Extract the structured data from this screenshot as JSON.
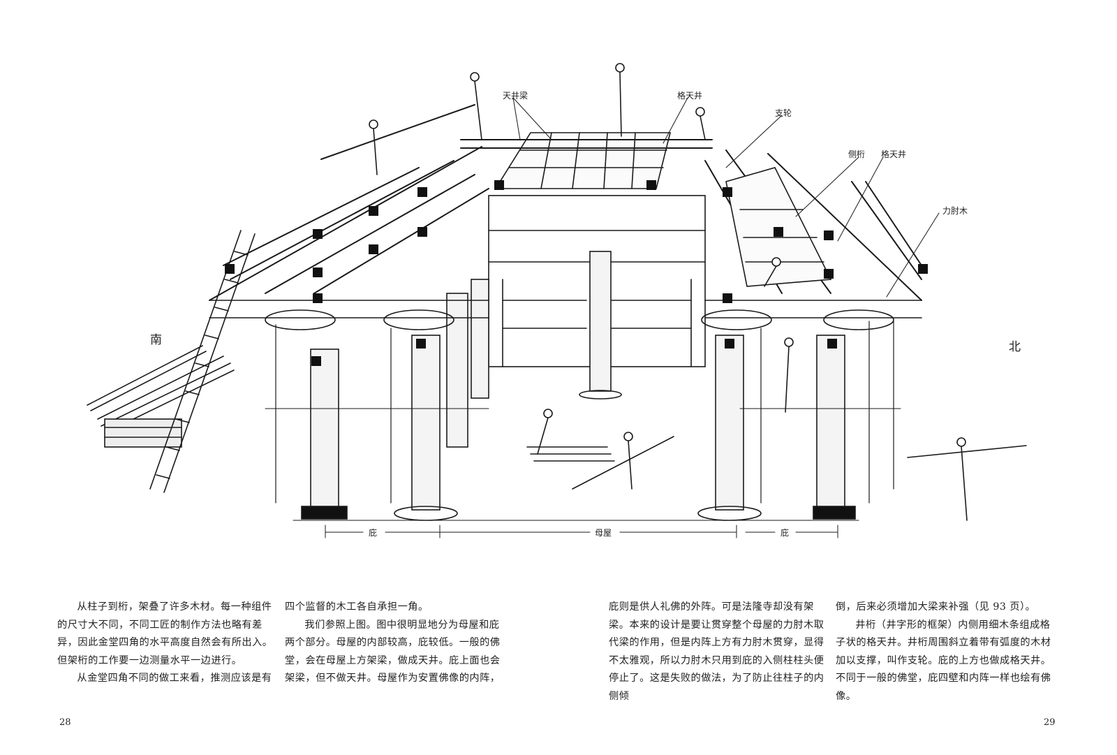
{
  "figure": {
    "labels": {
      "ceiling_beam": "天井梁",
      "coffered_ceiling": "格天井",
      "support_ring": "支轮",
      "side_purlin": "侧桁",
      "coffered_ceiling_2": "格天井",
      "lever_beam": "力肘木",
      "south": "南",
      "north": "北",
      "aisle_left": "庇",
      "core": "母屋",
      "aisle_right": "庇"
    }
  },
  "text": {
    "col1": {
      "p1": "从柱子到桁，架叠了许多木材。每一种组件的尺寸大不同，不同工匠的制作方法也略有差异，因此金堂四角的水平高度自然会有所出入。但架桁的工作要一边测量水平一边进行。",
      "p2": "从金堂四角不同的做工来看，推测应该是有"
    },
    "col2": {
      "p1": "四个监督的木工各自承担一角。",
      "p2": "我们参照上图。图中很明显地分为母屋和庇两个部分。母屋的内部较高，庇较低。一般的佛堂，会在母屋上方架梁，做成天井。庇上面也会架梁，但不做天井。母屋作为安置佛像的内阵，"
    },
    "col3": {
      "p1": "庇则是供人礼佛的外阵。可是法隆寺却没有架梁。本来的设计是要让贯穿整个母屋的力肘木取代梁的作用，但是内阵上方有力肘木贯穿，显得不太雅观，所以力肘木只用到庇的入侧柱柱头便停止了。这是失败的做法，为了防止往柱子的内侧倾"
    },
    "col4": {
      "p1": "倒，后来必须增加大梁来补强（见 93 页）。",
      "p2": "井桁（井字形的框架）内侧用细木条组成格子状的格天井。井桁周围斜立着带有弧度的木材加以支撑，叫作支轮。庇的上方也做成格天井。不同于一般的佛堂，庇四壁和内阵一样也绘有佛像。"
    }
  },
  "page_numbers": {
    "left": "28",
    "right": "29"
  }
}
